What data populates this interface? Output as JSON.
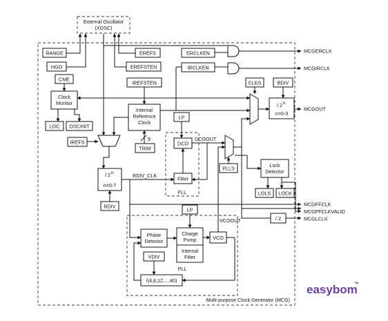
{
  "diagram": {
    "xosc": {
      "line1": "External Oscillator",
      "line2": "(XOSC)"
    },
    "regs": {
      "range": "RANGE",
      "hgo": "HGO",
      "cme": "CME",
      "erefs": "EREFS",
      "erefsten": "EREFSTEN",
      "irefsten": "IREFSTEN",
      "erclken": "ERCLKEN",
      "irclken": "IRCLKEN",
      "clks": "CLKS",
      "bdiv": "BDIV",
      "irefs": "IREFS",
      "trim": "TRIM",
      "rdiv": "RDIV",
      "lp_fll": "LP",
      "lp_pll": "LP",
      "plls": "PLLS",
      "vdiv": "VDIV",
      "lols": "LOLS",
      "lock": "LOCK",
      "loc": "LOC",
      "oscinit": "OSCINIT"
    },
    "blocks": {
      "clock_monitor": [
        "Clock",
        "Monitor"
      ],
      "irc": [
        "Internal",
        "Reference",
        "Clock"
      ],
      "dco": "DCO",
      "filter": "Filter",
      "fll": "FLL",
      "lock_detector": [
        "Lock",
        "Detector"
      ],
      "bdiv_div": {
        "main": "/ 2",
        "sup": "n",
        "range": "n=0-3"
      },
      "rdiv_div": {
        "main": "/ 2",
        "sup": "n",
        "range": "n=0-7"
      },
      "div2": "/ 2",
      "phase_detector": [
        "Phase",
        "Detector"
      ],
      "charge_pump": [
        "Charge",
        "Pump"
      ],
      "internal_filter": [
        "Internal",
        "Filter"
      ],
      "vco": "VCO",
      "pll_div": "/(4,8,12,...,40)",
      "pll": "PLL"
    },
    "signals": {
      "dcoout": "DCOOUT",
      "rdiv_clk": "RDIV_CLK",
      "vcoout": "VCOOUT",
      "trim_bits": "9"
    },
    "outputs": {
      "mcgerclk": "MCGERCLK",
      "mcgirclk": "MCGIRCLK",
      "mcgout": "MCGOUT",
      "mcgffclk": "MCGFFCLK",
      "mcgffclkvalid": "MCGFFCLKVALID",
      "mcglclk": "MCGLCLK"
    },
    "caption": "Multi-purpose Clock Generator (MCG)"
  },
  "watermark": {
    "brand": "easybom",
    "tm": "™",
    "color": "#6b3fa0"
  }
}
